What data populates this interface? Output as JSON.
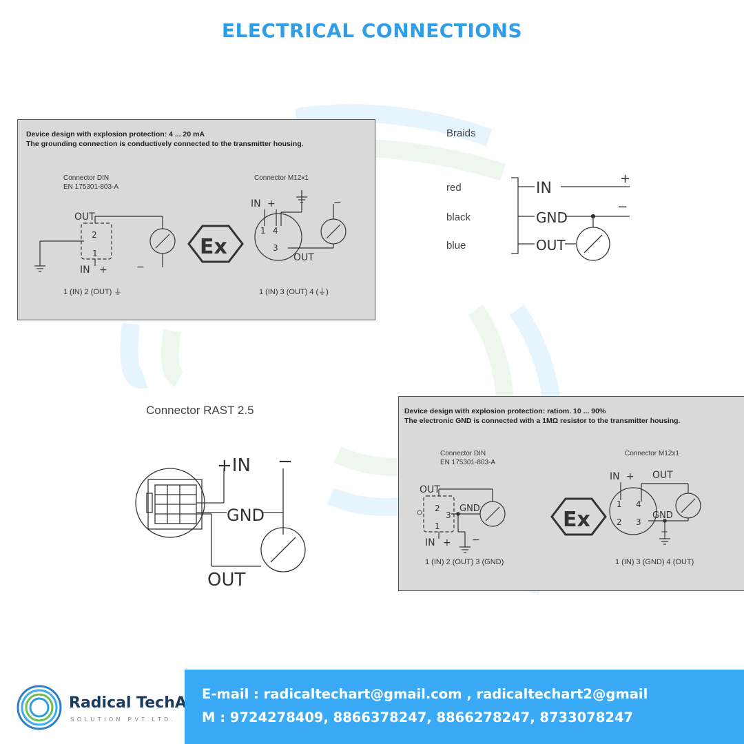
{
  "page": {
    "title": "ELECTRICAL CONNECTIONS"
  },
  "panel_explosion_current": {
    "line1": "Device design with explosion protection:  4 ... 20 mA",
    "line2": "The grounding connection is conductively connected to the transmitter housing.",
    "din_label": "Connector DIN",
    "din_standard": "EN 175301-803-A",
    "m12_label": "Connector M12x1",
    "din_pins": "1 (IN)  2 (OUT)",
    "m12_pins": "1 (IN)  3 (OUT)  4 (",
    "m12_pins_end": ")",
    "out": "OUT",
    "in": "IN",
    "plus": "+",
    "minus": "−",
    "ex": "Ex",
    "pin1": "1",
    "pin2": "2",
    "pin3": "3",
    "pin4": "4"
  },
  "braids": {
    "title": "Braids",
    "red": "red",
    "black": "black",
    "blue": "blue",
    "in": "IN",
    "gnd": "GND",
    "out": "OUT",
    "plus": "+",
    "minus": "−"
  },
  "rast": {
    "title": "Connector RAST 2.5",
    "in": "+IN",
    "minus": "−",
    "gnd": "GND",
    "out": "OUT"
  },
  "panel_explosion_ratio": {
    "line1": "Device design with explosion protection: ratiom. 10 ... 90%",
    "line2": "The electronic GND is connected with a 1MΩ resistor to the transmitter housing.",
    "din_label": "Connector DIN",
    "din_standard": "EN 175301-803-A",
    "m12_label": "Connector M12x1",
    "din_pins": "1 (IN)  2 (OUT)  3 (GND)",
    "m12_pins": "1 (IN)  3 (GND)  4 (OUT)",
    "out": "OUT",
    "in": "IN",
    "gnd": "GND",
    "plus": "+",
    "minus": "−",
    "ex": "Ex",
    "pin1": "1",
    "pin2": "2",
    "pin3": "3",
    "pin4": "4"
  },
  "footer": {
    "brand": "Radical TechArt",
    "brand_sub": "SOLUTION PVT.LTD.",
    "email": "E-mail : radicaltechart@gmail.com , radicaltechart2@gmail",
    "phone": "M : 9724278409, 8866378247, 8866278247, 8733078247"
  },
  "colors": {
    "title": "#2f9ee9",
    "contact_bg": "#3aaaf7",
    "panel_bg": "#d9d9d9",
    "brand_text": "#1a3a5c"
  }
}
